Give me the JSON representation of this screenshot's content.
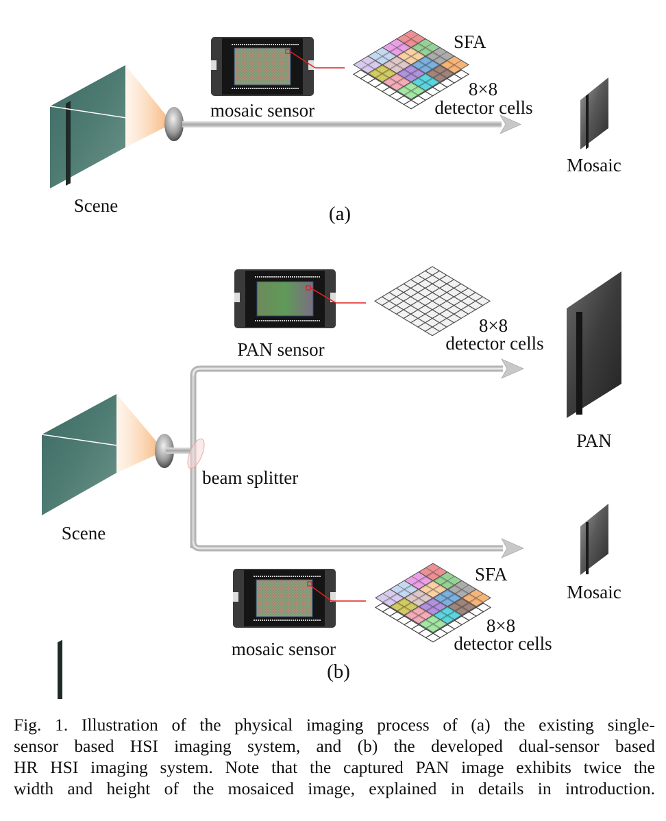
{
  "figure": {
    "panel_a": {
      "label": "(a)",
      "scene_label": "Scene",
      "sensor_label": "mosaic sensor",
      "filter_label": "SFA",
      "cells_size": "8×8",
      "cells_label": "detector cells",
      "output_label": "Mosaic"
    },
    "panel_b": {
      "label": "(b)",
      "scene_label": "Scene",
      "splitter_label": "beam splitter",
      "pan_sensor_label": "PAN sensor",
      "pan_cells_size": "8×8",
      "pan_cells_label": "detector cells",
      "pan_output_label": "PAN",
      "mosaic_sensor_label": "mosaic sensor",
      "filter_label": "SFA",
      "mosaic_cells_size": "8×8",
      "mosaic_cells_label": "detector cells",
      "mosaic_output_label": "Mosaic"
    },
    "sfa_colors": [
      [
        "#e8787c",
        "#7fc77f",
        "#9a9a9a",
        "#f4a45a"
      ],
      [
        "#e48be0",
        "#f8c890",
        "#5f9fd6",
        "#8a6a5f"
      ],
      [
        "#b8cfee",
        "#d8bcbc",
        "#a07ad6",
        "#38ccd8"
      ],
      [
        "#d0c0ea",
        "#c8c040",
        "#f09aa8",
        "#90e090"
      ]
    ],
    "colors": {
      "connector": "#e02020",
      "lens_cone": "#f7b57a",
      "arrow": "#b8b8b8"
    }
  },
  "caption": {
    "lines": [
      "Fig. 1.  Illustration of the physical imaging process of (a) the existing single-",
      "sensor based HSI imaging system, and (b) the developed dual-sensor based",
      "HR HSI imaging system. Note that the captured PAN image exhibits twice the",
      "width and height of the mosaiced image, explained in details in introduction."
    ]
  }
}
